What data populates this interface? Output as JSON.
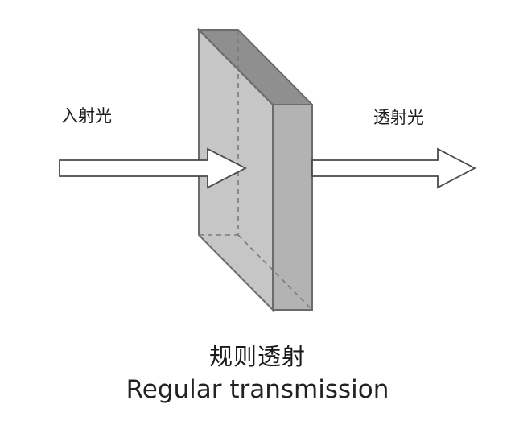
{
  "labels": {
    "incident_light": "入射光",
    "transmitted_light": "透射光"
  },
  "caption": {
    "chinese": "规则透射",
    "english": "Regular transmission"
  },
  "colors": {
    "slab_top": "#8f8f8f",
    "slab_front": "#c6c6c6",
    "slab_side": "#b3b3b3",
    "edge": "#6b6b6b",
    "arrow_fill": "#ffffff",
    "arrow_stroke": "#4a4a4a",
    "text": "#1a1a1a"
  }
}
